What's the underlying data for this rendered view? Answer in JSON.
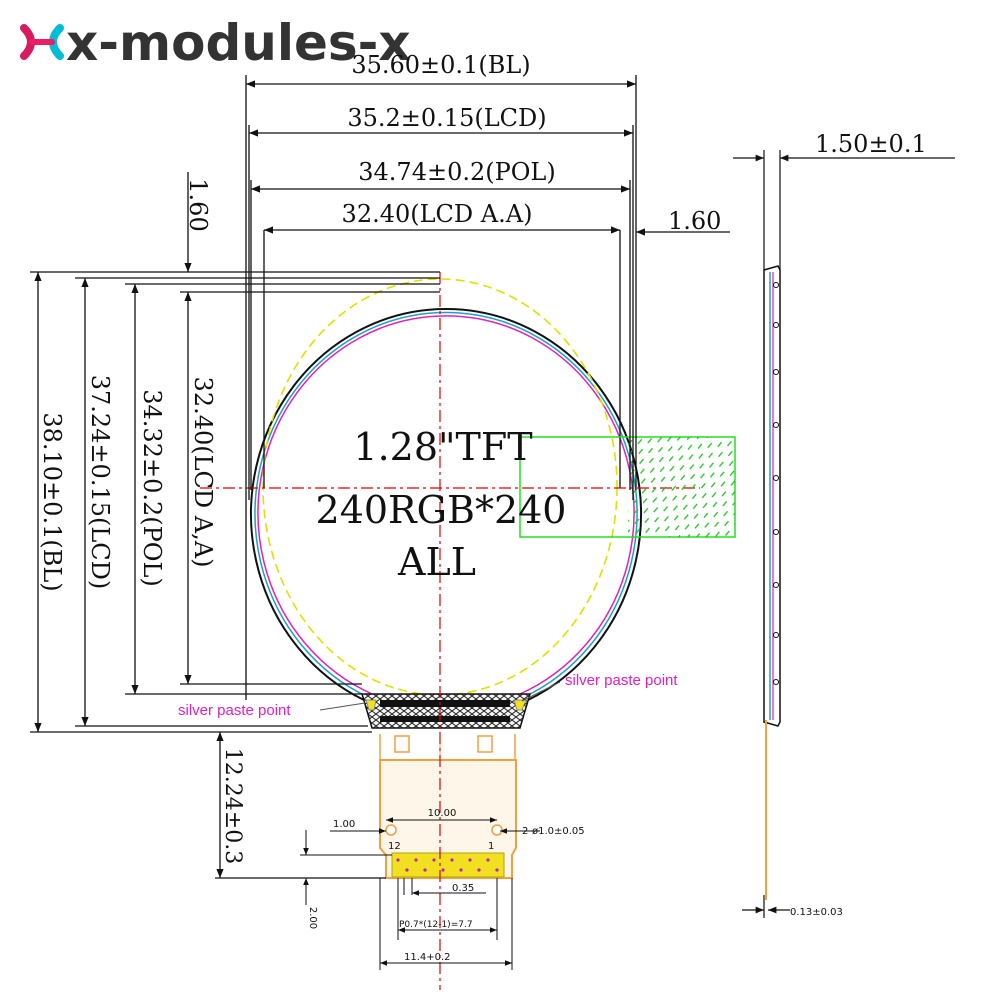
{
  "brand": {
    "name": "x-modules-x",
    "logo_icon": "x-logo-icon",
    "logo_colors": [
      "#d81b60",
      "#e91e63",
      "#00bcd4"
    ]
  },
  "colors": {
    "outline": "#111111",
    "pol_line": "#e020c0",
    "lcd_line": "#1aa0d0",
    "active_area": "#e0e000",
    "center_line": "#e00000",
    "fpc": "#f0a040",
    "cable_box": "#20e020",
    "contacts": "#f0e020"
  },
  "width_dims": {
    "bl": "35.60±0.1(BL)",
    "lcd": "35.2±0.15(LCD)",
    "pol": "34.74±0.2(POL)",
    "aa": "32.40(LCD A.A)",
    "left_margin": "1.60",
    "right_margin": "1.60"
  },
  "height_dims": {
    "bl": "38.10±0.1(BL)",
    "lcd": "37.24±0.15(LCD)",
    "pol": "34.32±0.2(POL)",
    "aa": "32.40(LCD A,A)",
    "fpc": "12.24±0.3"
  },
  "side_view": {
    "thickness": "1.50±0.1",
    "fpc_thickness": "0.13±0.03"
  },
  "display_label": {
    "size": "1.28\"TFT",
    "resolution": "240RGB*240",
    "view": "ALL"
  },
  "annotations": {
    "silver_left": "silver paste point",
    "silver_right": "silver paste point"
  },
  "fpc_dims": {
    "hole_spacing": "10.00",
    "hole_offset": "1.00",
    "hole_size": "2-ø1.0±0.05",
    "pin_first": "1",
    "pin_last": "12",
    "pin_width": "0.35",
    "tail_height": "2.00",
    "pitch": "P0.7*(12-1)=7.7",
    "fpc_width": "11.4+0.2"
  }
}
